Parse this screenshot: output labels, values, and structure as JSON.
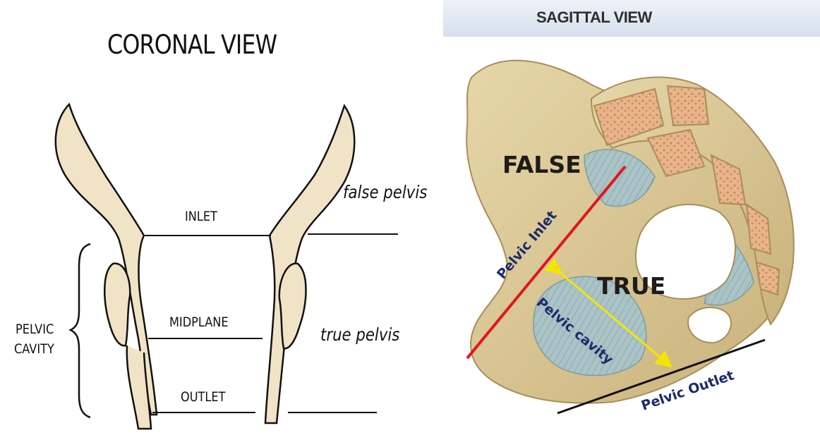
{
  "coronal": {
    "title": "CORONAL VIEW",
    "labels": {
      "inlet": "INLET",
      "midplane": "MIDPLANE",
      "outlet": "OUTLET",
      "pelvic_cavity_line1": "PELVIC",
      "pelvic_cavity_line2": "CAVITY",
      "false_pelvis": "false pelvis",
      "true_pelvis": "true pelvis"
    }
  },
  "sagittal": {
    "title": "SAGITTAL VIEW",
    "labels": {
      "false": "FALSE",
      "true": "TRUE",
      "pelvic_inlet": "Pelvic Inlet",
      "pelvic_cavity": "Pelvic  cavity",
      "pelvic_outlet": "Pelvic Outlet"
    },
    "colors": {
      "inlet_line": "#e0161c",
      "cavity_arrow": "#f2e600",
      "outlet_line": "#111111",
      "label_navy": "#1d2a6b",
      "bone": "#dccb9c",
      "ligament": "#a9c3c6"
    }
  }
}
